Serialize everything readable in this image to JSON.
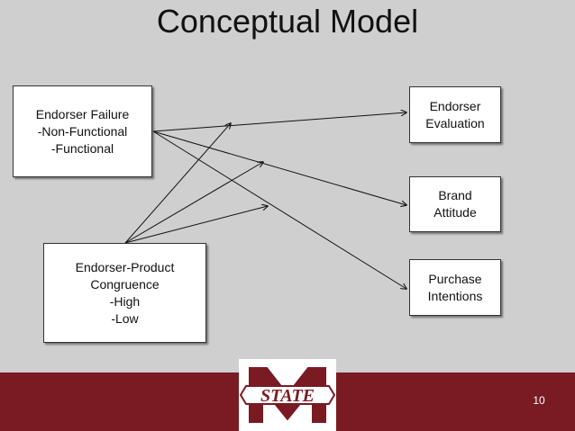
{
  "slide": {
    "title": "Conceptual Model",
    "page_number": "10"
  },
  "boxes": {
    "failure": [
      "Endorser Failure",
      "-Non-Functional",
      "-Functional"
    ],
    "congruence": [
      "Endorser-Product",
      "Congruence",
      "-High",
      "-Low"
    ],
    "evaluation": [
      "Endorser",
      "Evaluation"
    ],
    "brand": [
      "Brand",
      "Attitude"
    ],
    "purchase": [
      "Purchase",
      "Intentions"
    ]
  },
  "logo": {
    "text": "STATE"
  },
  "colors": {
    "background": "#cfcfcf",
    "footer": "#7a1a22",
    "logo_maroon": "#7a1a22"
  }
}
